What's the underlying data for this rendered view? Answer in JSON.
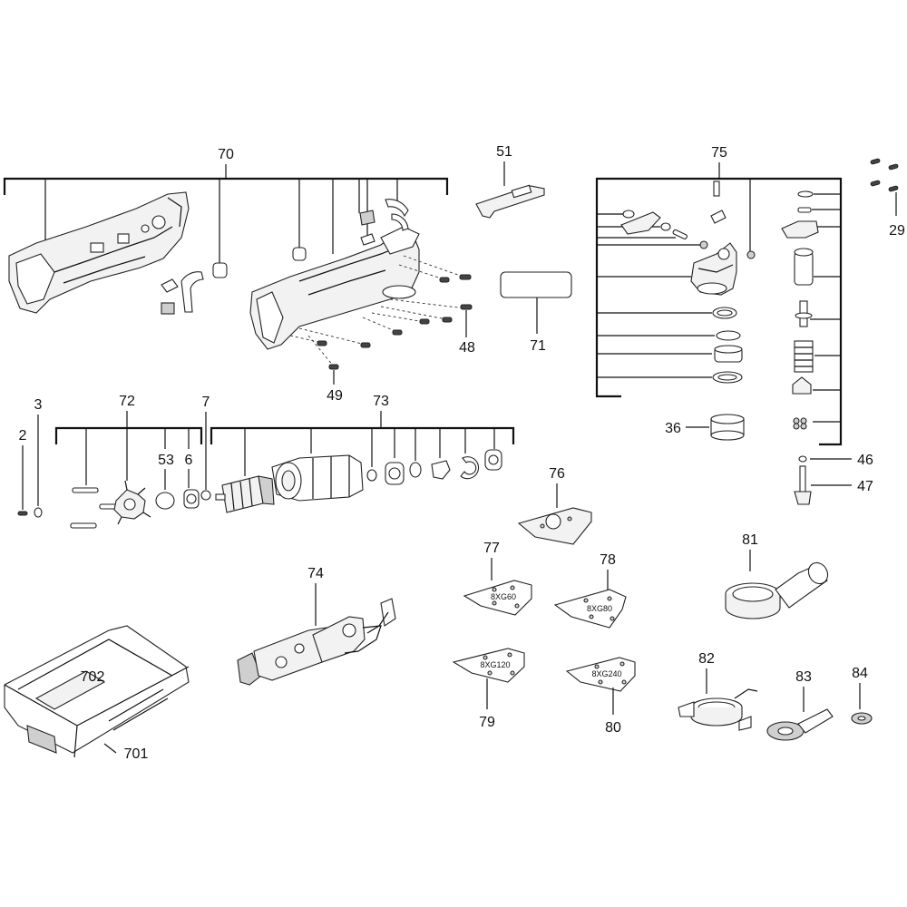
{
  "callouts": {
    "c70": "70",
    "c51": "51",
    "c75": "75",
    "c29": "29",
    "c48": "48",
    "c49": "49",
    "c71": "71",
    "c3": "3",
    "c2": "2",
    "c72": "72",
    "c53": "53",
    "c6": "6",
    "c7": "7",
    "c73": "73",
    "c36": "36",
    "c46": "46",
    "c47": "47",
    "c76": "76",
    "c77": "77",
    "c78": "78",
    "c74": "74",
    "c81": "81",
    "c79": "79",
    "c80": "80",
    "c82": "82",
    "c83": "83",
    "c84": "84",
    "c702": "702",
    "c701": "701"
  },
  "pads": {
    "p77": "8XG60",
    "p78": "8XG80",
    "p79": "8XG120",
    "p80": "8XG240"
  }
}
